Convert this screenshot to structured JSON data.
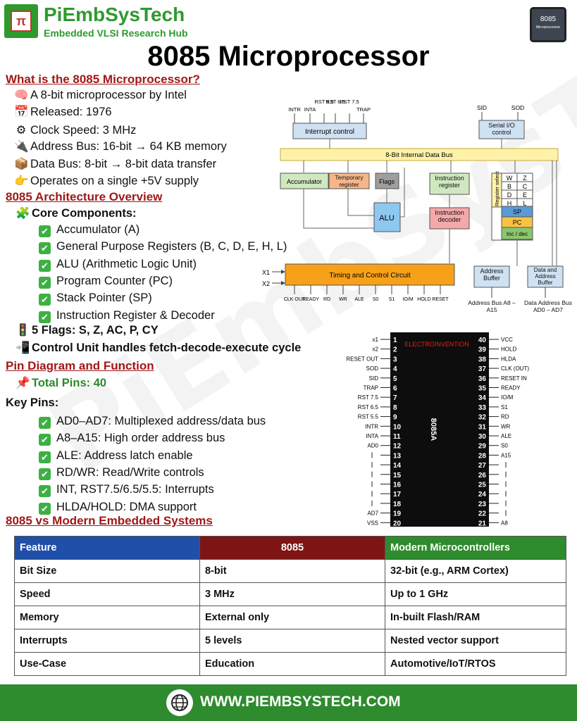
{
  "brand": {
    "name": "PiEmbSysTech",
    "tagline": "Embedded VLSI Research Hub",
    "chip_label": "8085",
    "chip_sub": "Microprocessor"
  },
  "title": "8085 Microprocessor",
  "sections": {
    "what": {
      "heading": "What is the 8085 Microprocessor?",
      "items": [
        {
          "icon": "brain-icon",
          "glyph": "🧠",
          "text": "A 8-bit microprocessor by Intel"
        },
        {
          "icon": "calendar-icon",
          "glyph": "📅",
          "text": "Released: 1976"
        },
        {
          "icon": "gear-icon",
          "glyph": "⚙",
          "text": "Clock Speed: 3 MHz"
        },
        {
          "icon": "plug-icon",
          "glyph": "🔌",
          "text": "Address Bus: 16-bit → 64 KB memory"
        },
        {
          "icon": "package-icon",
          "glyph": "📦",
          "text": "Data Bus: 8-bit → 8-bit data transfer"
        },
        {
          "icon": "pointing-hand-icon",
          "glyph": "👉",
          "text": "Operates on a single +5V supply"
        }
      ]
    },
    "arch": {
      "heading": "8085 Architecture Overview",
      "core_heading": "Core Components:",
      "core_icon": "🧩",
      "components": [
        "Accumulator (A)",
        "General Purpose Registers (B, C, D, E, H, L)",
        "ALU (Arithmetic Logic Unit)",
        "Program Counter (PC)",
        "Stack Pointer (SP)",
        "Instruction Register & Decoder"
      ],
      "flags_icon": "🚦",
      "flags": "5 Flags: S, Z, AC, P, CY",
      "control_icon": "📲",
      "control": "Control Unit handles fetch-decode-execute cycle"
    },
    "pins": {
      "heading": "Pin Diagram and Function",
      "total_icon": "📌",
      "total": "Total Pins: 40",
      "key_heading": "Key Pins:",
      "key_pins": [
        "AD0–AD7: Multiplexed address/data bus",
        "A8–A15: High order address bus",
        "ALE: Address latch enable",
        "RD/WR: Read/Write controls",
        "INT, RST7.5/6.5/5.5: Interrupts",
        "HLDA/HOLD: DMA support"
      ]
    },
    "compare": {
      "heading": "8085 vs Modern Embedded Systems",
      "headers": [
        "Feature",
        "8085",
        "Modern Microcontrollers"
      ],
      "rows": [
        [
          "Bit Size",
          "8-bit",
          "32-bit (e.g., ARM Cortex)"
        ],
        [
          "Speed",
          "3 MHz",
          "Up to 1 GHz"
        ],
        [
          "Memory",
          "External only",
          "In-built Flash/RAM"
        ],
        [
          "Interrupts",
          "5 levels",
          "Nested vector support"
        ],
        [
          "Use-Case",
          "Education",
          "Automotive/IoT/RTOS"
        ]
      ]
    }
  },
  "arch_diagram": {
    "interrupt_pins": [
      "INTR",
      "INTA",
      "RST 5.5",
      "RST 6.5",
      "RST 7.5",
      "TRAP"
    ],
    "interrupt_control": "Interrupt control",
    "serial_pins": [
      "SID",
      "SOD"
    ],
    "serial_control": "Serial I/O control",
    "bus": "8-Bit Internal Data Bus",
    "accumulator": "Accumulator",
    "temp_register": "Temporary register",
    "flags": "Flags",
    "alu": "ALU",
    "instruction_register": "Instruction register",
    "instruction_decoder": "Instruction decoder",
    "register_select": "Register select",
    "register_grid": [
      [
        "W",
        "Z"
      ],
      [
        "B",
        "C"
      ],
      [
        "D",
        "E"
      ],
      [
        "H",
        "L"
      ]
    ],
    "sp": "SP",
    "pc": "PC",
    "inc_dec": "Inc / dec",
    "timing": "Timing and Control Circuit",
    "x_inputs": [
      "X1",
      "X2"
    ],
    "control_pins": [
      "CLK OUT",
      "READY",
      "RD",
      "WR",
      "ALE",
      "S0",
      "S1",
      "IO/M",
      "HOLD",
      "RESET"
    ],
    "address_buffer": "Address Buffer",
    "data_address_buffer": "Data and Address Buffer",
    "address_bus": "Address Bus A8 – A15",
    "data_address_bus": "Data Address Bus AD0 – AD7"
  },
  "pin_diagram": {
    "maker": "ELECTROINVENTION",
    "chip_name": "8085A",
    "left": [
      {
        "n": 1,
        "label": "x1"
      },
      {
        "n": 2,
        "label": "x2"
      },
      {
        "n": 3,
        "label": "RESET OUT"
      },
      {
        "n": 4,
        "label": "SOD"
      },
      {
        "n": 5,
        "label": "SID"
      },
      {
        "n": 6,
        "label": "TRAP"
      },
      {
        "n": 7,
        "label": "RST 7.5"
      },
      {
        "n": 8,
        "label": "RST 6.5"
      },
      {
        "n": 9,
        "label": "RST 5.5"
      },
      {
        "n": 10,
        "label": "INTR"
      },
      {
        "n": 11,
        "label": "INTA"
      },
      {
        "n": 12,
        "label": "AD0"
      },
      {
        "n": 13,
        "label": ""
      },
      {
        "n": 14,
        "label": ""
      },
      {
        "n": 15,
        "label": ""
      },
      {
        "n": 16,
        "label": ""
      },
      {
        "n": 17,
        "label": ""
      },
      {
        "n": 18,
        "label": ""
      },
      {
        "n": 19,
        "label": "AD7"
      },
      {
        "n": 20,
        "label": "VSS"
      }
    ],
    "right": [
      {
        "n": 40,
        "label": "VCC"
      },
      {
        "n": 39,
        "label": "HOLD"
      },
      {
        "n": 38,
        "label": "HLDA"
      },
      {
        "n": 37,
        "label": "CLK (OUT)"
      },
      {
        "n": 36,
        "label": "RESET IN"
      },
      {
        "n": 35,
        "label": "READY"
      },
      {
        "n": 34,
        "label": "IO/M"
      },
      {
        "n": 33,
        "label": "S1"
      },
      {
        "n": 32,
        "label": "RD"
      },
      {
        "n": 31,
        "label": "WR"
      },
      {
        "n": 30,
        "label": "ALE"
      },
      {
        "n": 29,
        "label": "S0"
      },
      {
        "n": 28,
        "label": "A15"
      },
      {
        "n": 27,
        "label": ""
      },
      {
        "n": 26,
        "label": ""
      },
      {
        "n": 25,
        "label": ""
      },
      {
        "n": 24,
        "label": ""
      },
      {
        "n": 23,
        "label": ""
      },
      {
        "n": 22,
        "label": ""
      },
      {
        "n": 21,
        "label": "A8"
      }
    ]
  },
  "footer": {
    "url": "WWW.PIEMBSYSTECH.COM"
  },
  "watermark": "PiEmbSysTech",
  "colors": {
    "brand_green": "#2e9a2e",
    "heading_red": "#a01818",
    "table_blue": "#1f4fa8",
    "table_red": "#7f1414",
    "table_green": "#2e8b2e"
  }
}
